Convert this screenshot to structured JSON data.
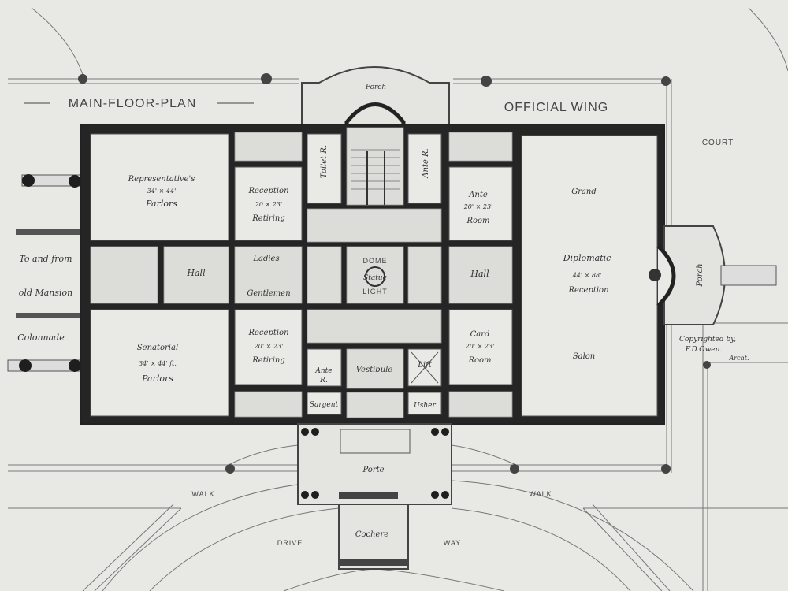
{
  "title": "MAIN-FLOOR-PLAN",
  "wing_title": "OFFICIAL WING",
  "court": "COURT",
  "left_notes": {
    "line1": "To and from",
    "line2": "old Mansion",
    "line3": "Colonnade"
  },
  "rooms": {
    "rep_parlors": {
      "name1": "Representative's",
      "size": "34' × 44'",
      "name2": "Parlors"
    },
    "reception_top": {
      "name1": "Reception",
      "size": "20 × 23'",
      "name2": "Retiring"
    },
    "hall_left": "Hall",
    "ladies": "Ladies",
    "gentlemen": "Gentlemen",
    "senatorial": {
      "name1": "Senatorial",
      "size": "34' × 44' ft.",
      "name2": "Parlors"
    },
    "reception_bottom": {
      "name1": "Reception",
      "size": "20' × 23'",
      "name2": "Retiring"
    },
    "porch_top": "Porch",
    "toilet": "Toilet R.",
    "ante_r_top": "Ante R.",
    "dome": {
      "line1": "DOME",
      "line2": "Statue",
      "line3": "LIGHT"
    },
    "ante_r_bottom": {
      "line1": "Ante",
      "line2": "R."
    },
    "vestibule": "Vestibule",
    "lift": "Lift",
    "sargent": "Sargent",
    "usher": "Usher",
    "ante_room": {
      "name1": "Ante",
      "size": "20' × 23'",
      "name2": "Room"
    },
    "hall_right": "Hall",
    "card_room": {
      "name1": "Card",
      "size": "20' × 23'",
      "name2": "Room"
    },
    "grand": {
      "line1": "Grand",
      "line2": "Diplomatic",
      "size": "44' × 88'",
      "line3": "Reception",
      "line4": "Salon"
    },
    "porch_right": "Porch",
    "porte": "Porte",
    "cochere": "Cochere"
  },
  "grounds": {
    "walk_left": "WALK",
    "walk_right": "WALK",
    "drive": "DRIVE",
    "way": "WAY"
  },
  "copyright": {
    "line1": "Copyrighted by,",
    "line2": "F.D.Owen.",
    "line3": "Archt."
  }
}
